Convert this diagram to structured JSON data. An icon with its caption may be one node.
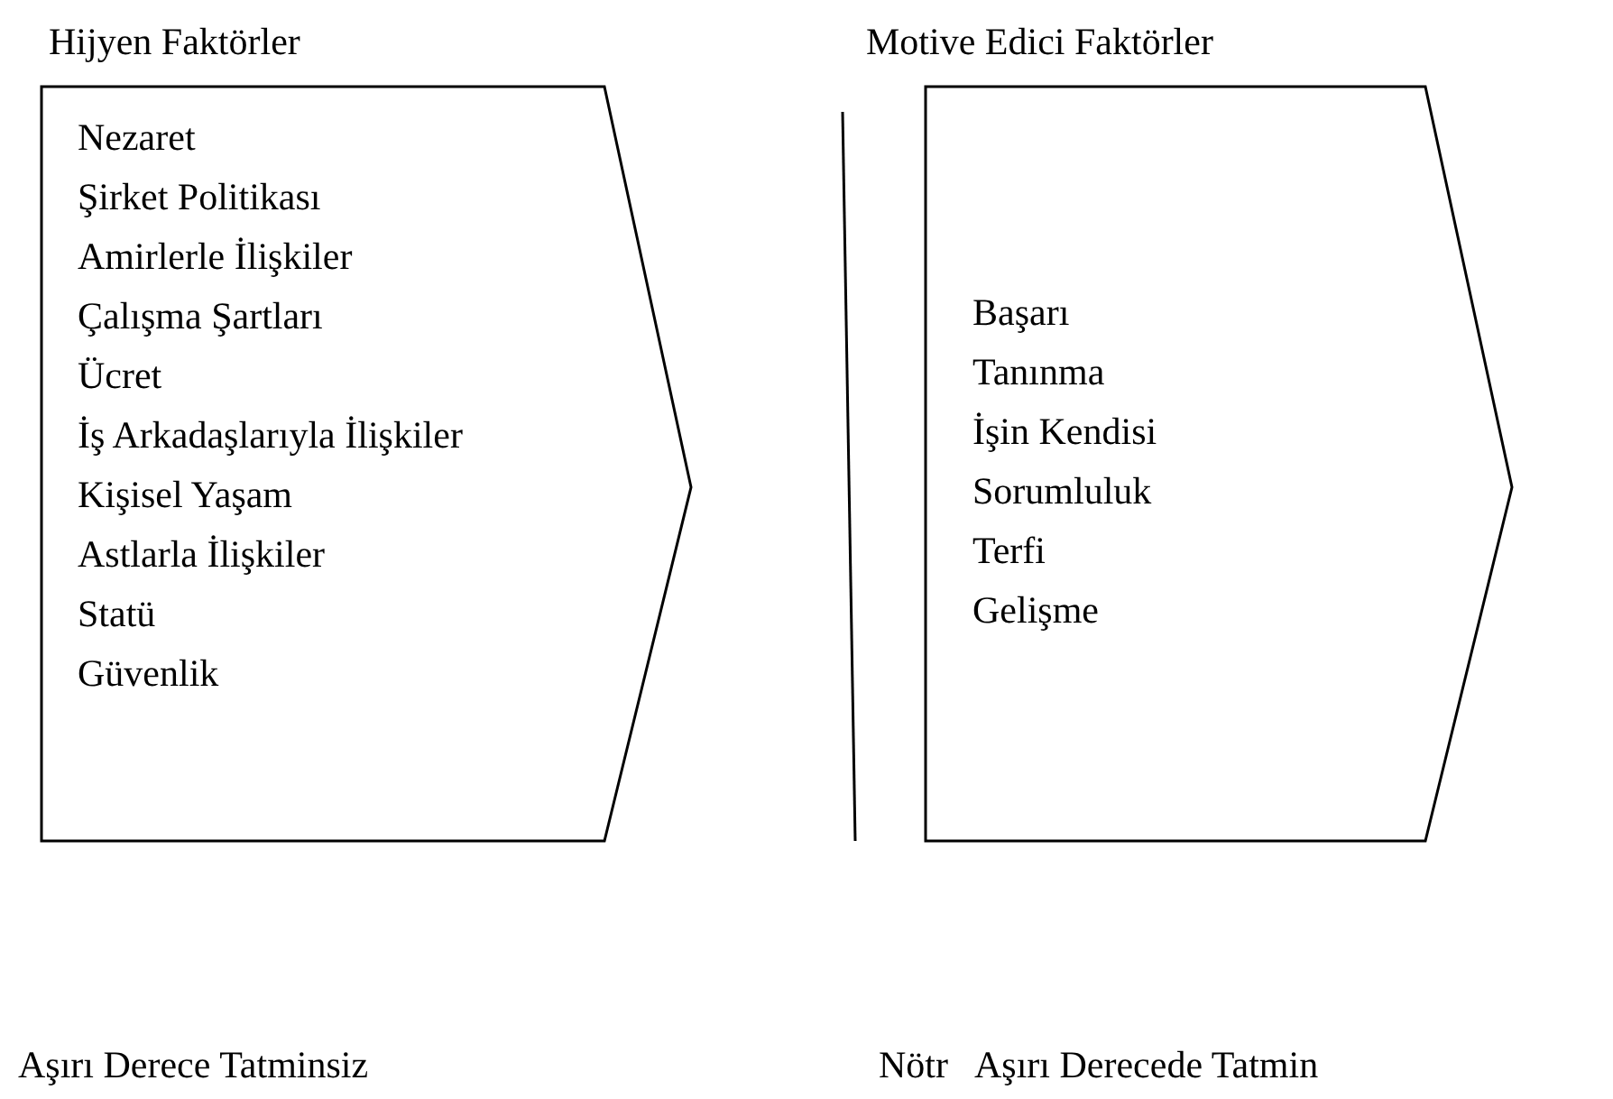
{
  "diagram": {
    "nodes": [
      {
        "text": [
          "Hijyen Faktörler",
          "Nezaret",
          "Şirket Politikası",
          "Amirlerle İlişkiler",
          "Çalışma Şartları",
          "Ücret",
          "İş Arkadaşlarıyla İlişkiler",
          "Kişisel Yaşam",
          "Astlarla İlişkiler",
          "Statü",
          "Güvenlik"
        ]
      },
      {
        "text": [
          "Motive Edici Faktörler",
          "Başarı",
          "Tanınma",
          "İşin Kendisi",
          "Sorumluluk",
          "Terfi",
          "Gelişme"
        ]
      }
    ],
    "edges": [],
    "labels": [
      "Aşırı Derece Tatminsiz",
      "Nötr",
      "Aşırı Derecede Tatmin"
    ]
  }
}
